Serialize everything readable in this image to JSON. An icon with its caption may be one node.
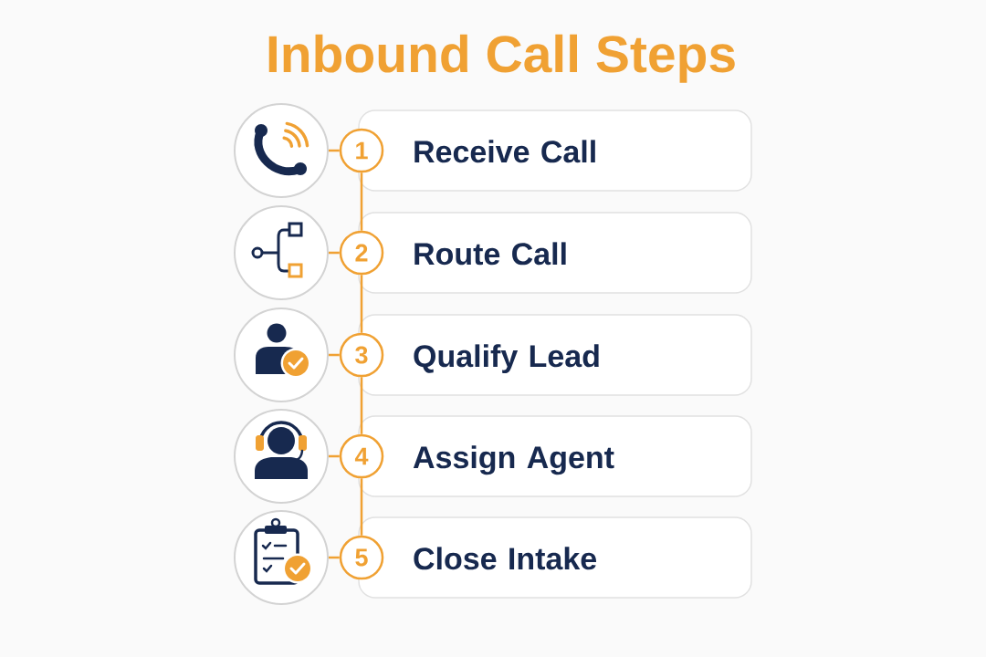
{
  "diagram": {
    "title": "Inbound Call Steps",
    "nodes": [
      {
        "text": [],
        "shape": "circle"
      },
      {
        "text": [
          "1"
        ]
      },
      {
        "text": [
          "Receive Call"
        ]
      },
      {
        "text": [],
        "shape": "circle"
      },
      {
        "text": [
          "2"
        ]
      },
      {
        "text": [
          "Route Call"
        ]
      },
      {
        "text": [],
        "shape": "circle"
      },
      {
        "text": [
          "3"
        ]
      },
      {
        "text": [
          "Qualify Lead"
        ]
      },
      {
        "text": [],
        "shape": "circle"
      },
      {
        "text": [
          "4"
        ]
      },
      {
        "text": [
          "Assign Agent"
        ]
      },
      {
        "text": [],
        "shape": "circle"
      },
      {
        "text": [
          "5"
        ]
      },
      {
        "text": [
          "Close Intake"
        ]
      }
    ],
    "edges": [
      {
        "from": 0,
        "to": 1,
        "arrow": "none"
      },
      {
        "from": 3,
        "to": 4,
        "arrow": "none"
      },
      {
        "from": 6,
        "to": 7,
        "arrow": "none"
      },
      {
        "from": 9,
        "to": 10,
        "arrow": "none"
      },
      {
        "from": 12,
        "to": 13,
        "arrow": "none"
      },
      {
        "from": 1,
        "to": 4,
        "arrow": "none"
      },
      {
        "from": 4,
        "to": 7,
        "arrow": "none"
      },
      {
        "from": 7,
        "to": 10,
        "arrow": "none"
      },
      {
        "from": 10,
        "to": 13,
        "arrow": "none"
      }
    ]
  }
}
